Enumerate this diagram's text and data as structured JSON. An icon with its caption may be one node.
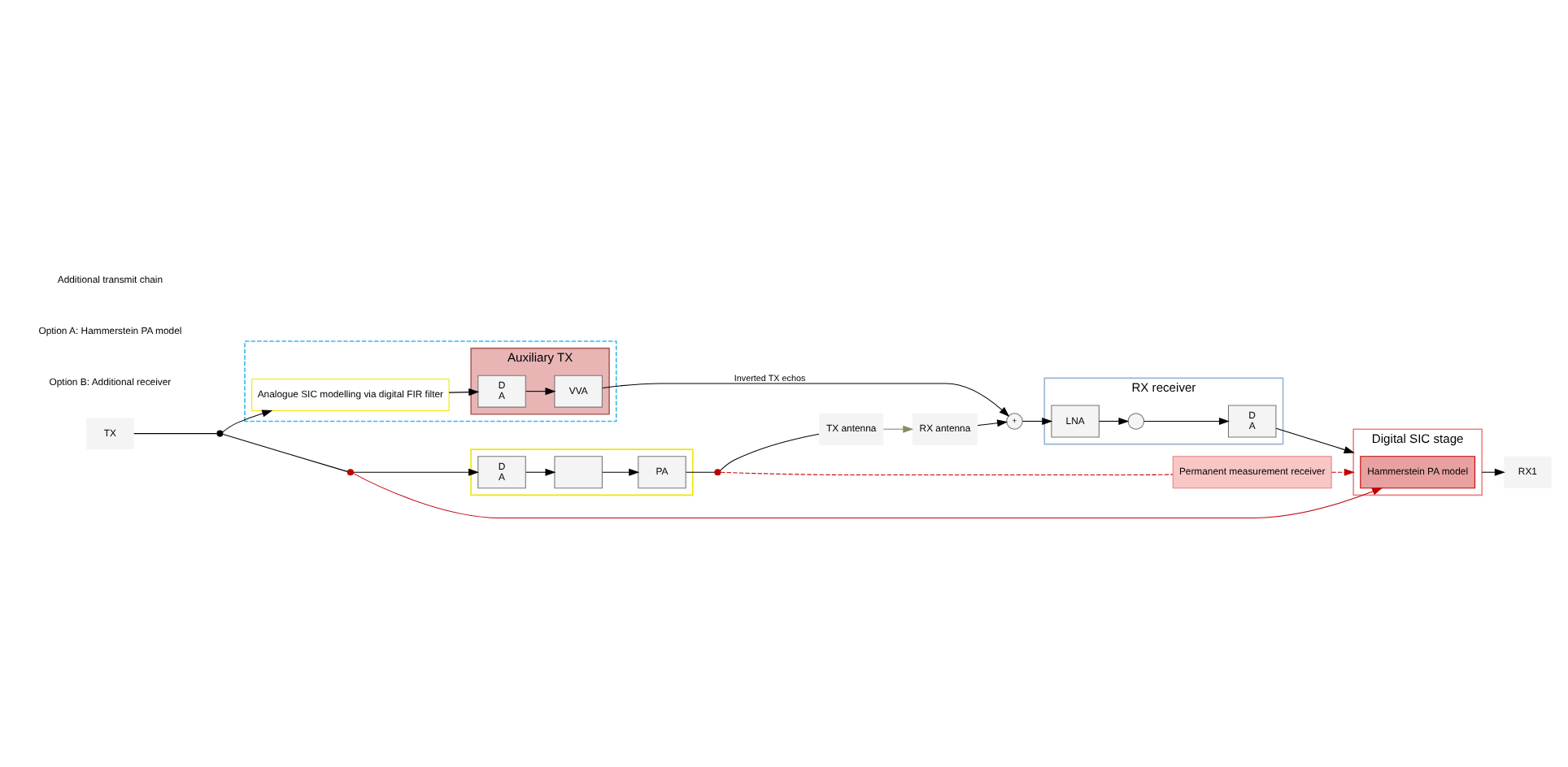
{
  "diagram": {
    "nodes": [
      {
        "text": [
          "TX"
        ]
      },
      {
        "text": [],
        "shape": "box"
      },
      {
        "text": [
          "D",
          "A"
        ],
        "in": 1
      },
      {
        "text": [],
        "shape": "box",
        "in": 1
      },
      {
        "text": [
          "PA"
        ],
        "in": 1
      },
      {
        "text": [
          "TX antenna"
        ]
      },
      {
        "text": [
          "Permanent measurement receiver"
        ]
      },
      {
        "text": [],
        "shape": "box"
      },
      {
        "text": [
          "Analogue SIC modelling via digital FIR filter"
        ],
        "in": 7
      },
      {
        "text": [
          "Auxiliary TX"
        ],
        "in": 7
      },
      {
        "text": [
          "D",
          "A"
        ],
        "in": 9
      },
      {
        "text": [
          "VVA"
        ],
        "in": 9
      },
      {
        "text": [
          "RX antenna"
        ]
      },
      {
        "text": [
          "+"
        ]
      },
      {
        "text": [
          "RX receiver"
        ]
      },
      {
        "text": [
          "LNA"
        ],
        "in": 14
      },
      {
        "text": [],
        "shape": "circle",
        "in": 14
      },
      {
        "text": [
          "D",
          "A"
        ],
        "in": 14
      },
      {
        "text": [
          "Digital SIC stage"
        ]
      },
      {
        "text": [
          "Hammerstein PA model"
        ],
        "in": 18
      },
      {
        "text": [
          "RX1"
        ]
      },
      {
        "text": [],
        "shape": "dot"
      },
      {
        "text": [],
        "shape": "dot"
      },
      {
        "text": [],
        "shape": "dot"
      }
    ],
    "edges": [
      {
        "from": 0,
        "to": 21,
        "arrow": "none"
      },
      {
        "from": 21,
        "to": 22,
        "arrow": "none"
      },
      {
        "from": 22,
        "to": 2,
        "arrow": "to"
      },
      {
        "from": 2,
        "to": 3,
        "arrow": "to"
      },
      {
        "from": 3,
        "to": 4,
        "arrow": "to"
      },
      {
        "from": 4,
        "to": 23,
        "arrow": "none"
      },
      {
        "from": 23,
        "to": 5,
        "arrow": "none"
      },
      {
        "from": 5,
        "to": 12,
        "arrow": "to",
        "color": "#8a8a60"
      },
      {
        "from": 23,
        "to": 6,
        "arrow": "none",
        "style": "dashed",
        "color": "#c00000"
      },
      {
        "from": 6,
        "to": 18,
        "arrow": "to",
        "style": "dashed",
        "color": "#c00000"
      },
      {
        "from": 22,
        "to": 19,
        "arrow": "to",
        "color": "#c00000"
      },
      {
        "from": 21,
        "to": 8,
        "arrow": "to"
      },
      {
        "from": 8,
        "to": 10,
        "arrow": "to"
      },
      {
        "from": 10,
        "to": 11,
        "arrow": "to"
      },
      {
        "from": 11,
        "to": 13,
        "arrow": "to",
        "label": "Inverted TX echos"
      },
      {
        "from": 12,
        "to": 13,
        "arrow": "to"
      },
      {
        "from": 13,
        "to": 15,
        "arrow": "to"
      },
      {
        "from": 15,
        "to": 16,
        "arrow": "to"
      },
      {
        "from": 16,
        "to": 17,
        "arrow": "to"
      },
      {
        "from": 17,
        "to": 18,
        "arrow": "to"
      },
      {
        "from": 18,
        "to": 20,
        "arrow": "to"
      }
    ],
    "legend": [
      {
        "text": "Additional transmit chain"
      },
      {
        "text": "Option A: Hammerstein PA model"
      },
      {
        "text": "Option B: Additional receiver"
      }
    ]
  }
}
